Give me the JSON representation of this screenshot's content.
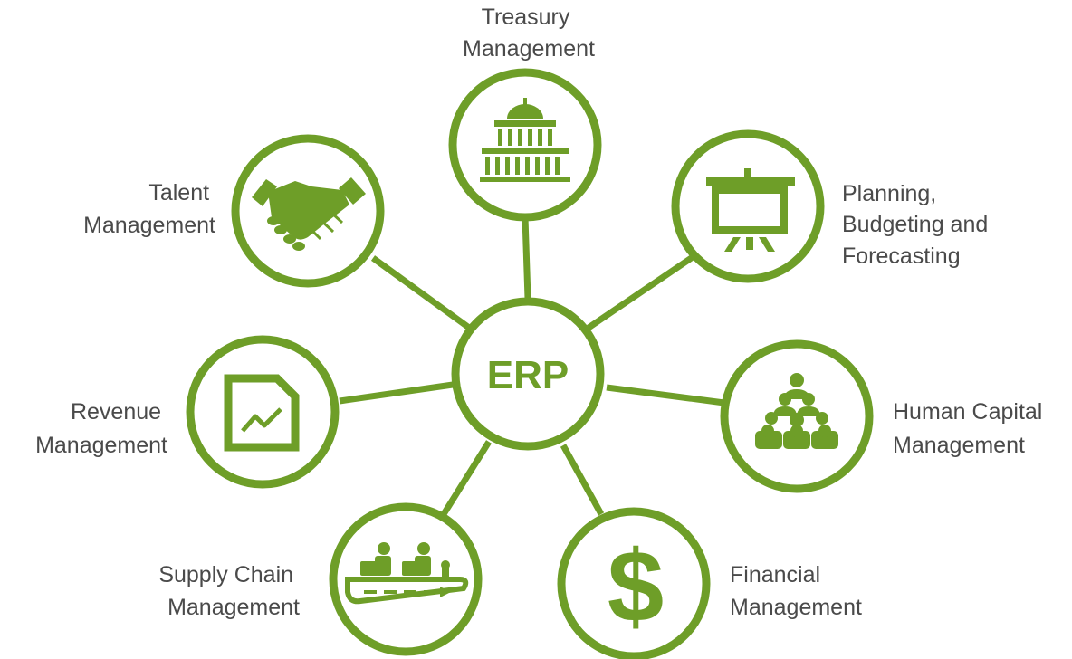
{
  "center": {
    "label": "ERP"
  },
  "nodes": {
    "treasury": {
      "lines": [
        "Treasury",
        "Management"
      ],
      "icon": "capitol-building-icon"
    },
    "planning": {
      "lines": [
        "Planning,",
        "Budgeting and",
        "Forecasting"
      ],
      "icon": "presentation-board-icon"
    },
    "human": {
      "lines": [
        "Human Capital",
        "Management"
      ],
      "icon": "people-group-icon"
    },
    "financial": {
      "lines": [
        "Financial",
        "Management"
      ],
      "icon": "dollar-sign-icon"
    },
    "supply": {
      "lines": [
        "Supply Chain",
        "Management"
      ],
      "icon": "conveyor-workers-icon"
    },
    "revenue": {
      "lines": [
        "Revenue",
        "Management"
      ],
      "icon": "document-chart-icon"
    },
    "talent": {
      "lines": [
        "Talent",
        "Management"
      ],
      "icon": "handshake-icon"
    }
  },
  "colors": {
    "accent": "#6e9e28",
    "text": "#4a4a4a",
    "background": "#ffffff"
  }
}
